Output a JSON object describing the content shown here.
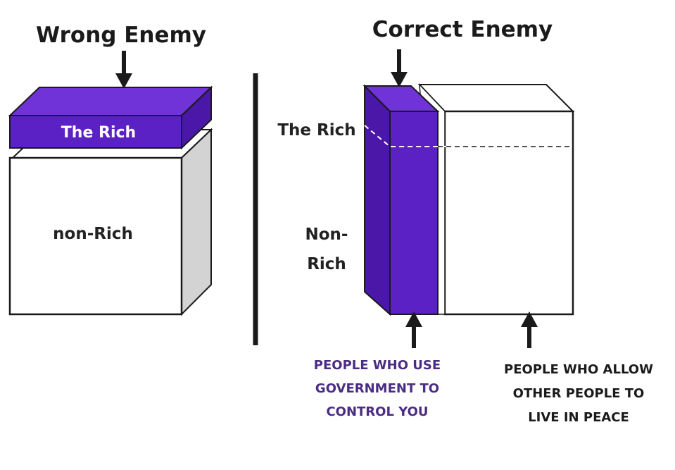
{
  "colors": {
    "purple_front": "#5B21C4",
    "purple_top": "#7033D8",
    "purple_side": "#4A17A8",
    "outline": "#1a1a1a",
    "box_side": "#d3d3d3",
    "caption_purple": "#4a2c82"
  },
  "left_panel": {
    "title": "Wrong Enemy",
    "rich_label": "The Rich",
    "non_rich_label": "non-Rich"
  },
  "right_panel": {
    "title": "Correct Enemy",
    "rich_label": "The Rich",
    "non_rich_label_line1": "Non-",
    "non_rich_label_line2": "Rich",
    "purple_caption": [
      "PEOPLE WHO USE",
      "GOVERNMENT TO",
      "CONTROL YOU"
    ],
    "white_caption": [
      "PEOPLE WHO ALLOW",
      "OTHER PEOPLE TO",
      "LIVE IN PEACE"
    ]
  },
  "icons": [
    "arrow-down-icon",
    "arrow-down-icon",
    "arrow-up-icon",
    "arrow-up-icon"
  ]
}
